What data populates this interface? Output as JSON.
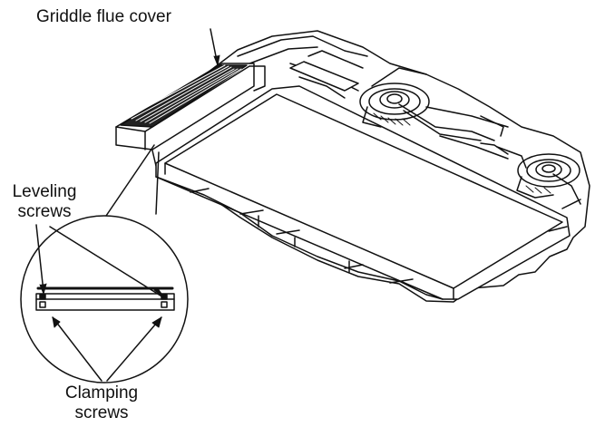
{
  "labels": {
    "griddle_flue_cover": "Griddle flue cover",
    "leveling_screws_line1": "Leveling",
    "leveling_screws_line2": "screws",
    "clamping_screws_line1": "Clamping",
    "clamping_screws_line2": "screws"
  },
  "colors": {
    "line": "#111111",
    "fill": "#ffffff",
    "shade": "#dcdcdc",
    "vent": "#222222"
  },
  "icons": {
    "burner": "burner-knob-icon"
  }
}
